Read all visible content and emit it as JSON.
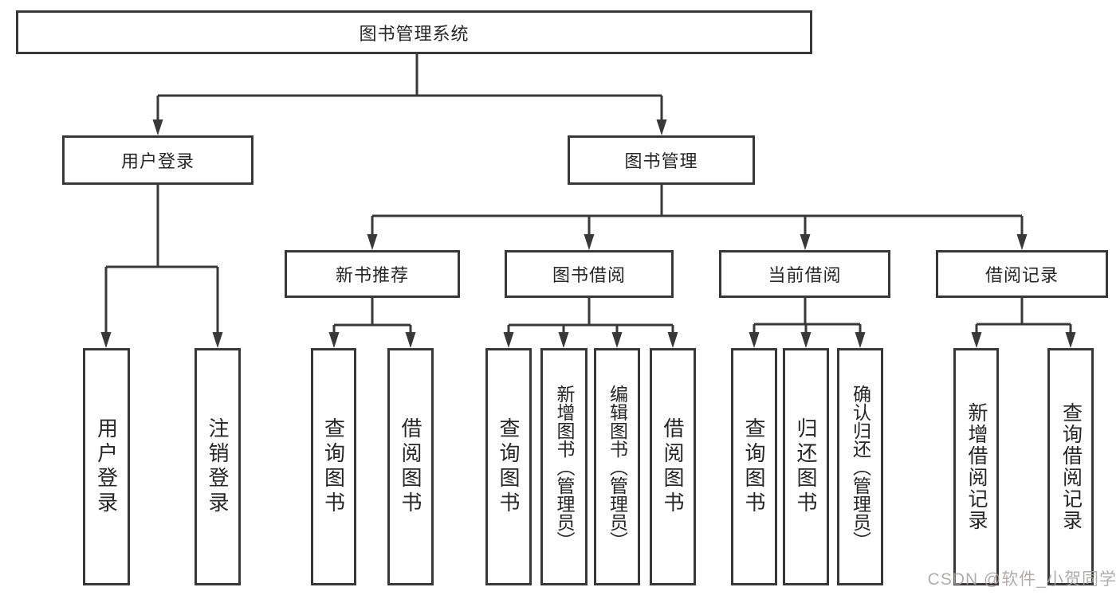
{
  "diagram": {
    "type": "hierarchy-tree",
    "root": {
      "label": "图书管理系统"
    },
    "branches": [
      {
        "label": "用户登录",
        "children": [
          {
            "label": "用户登录"
          },
          {
            "label": "注销登录"
          }
        ]
      },
      {
        "label": "图书管理",
        "children": [
          {
            "label": "新书推荐",
            "children": [
              {
                "label": "查询图书"
              },
              {
                "label": "借阅图书"
              }
            ]
          },
          {
            "label": "图书借阅",
            "children": [
              {
                "label": "查询图书"
              },
              {
                "label": "新增图书（管理员）"
              },
              {
                "label": "编辑图书（管理员）"
              },
              {
                "label": "借阅图书"
              }
            ]
          },
          {
            "label": "当前借阅",
            "children": [
              {
                "label": "查询图书"
              },
              {
                "label": "归还图书"
              },
              {
                "label": "确认归还（管理员）"
              }
            ]
          },
          {
            "label": "借阅记录",
            "children": [
              {
                "label": "新增借阅记录"
              },
              {
                "label": "查询借阅记录"
              }
            ]
          }
        ]
      }
    ],
    "colors": {
      "line": "#383838",
      "border": "#383838",
      "text": "#262626",
      "background": "#ffffff",
      "watermark": "#a8a0a0"
    }
  },
  "watermark": {
    "text": "CSDN @软件_小贺同学"
  }
}
